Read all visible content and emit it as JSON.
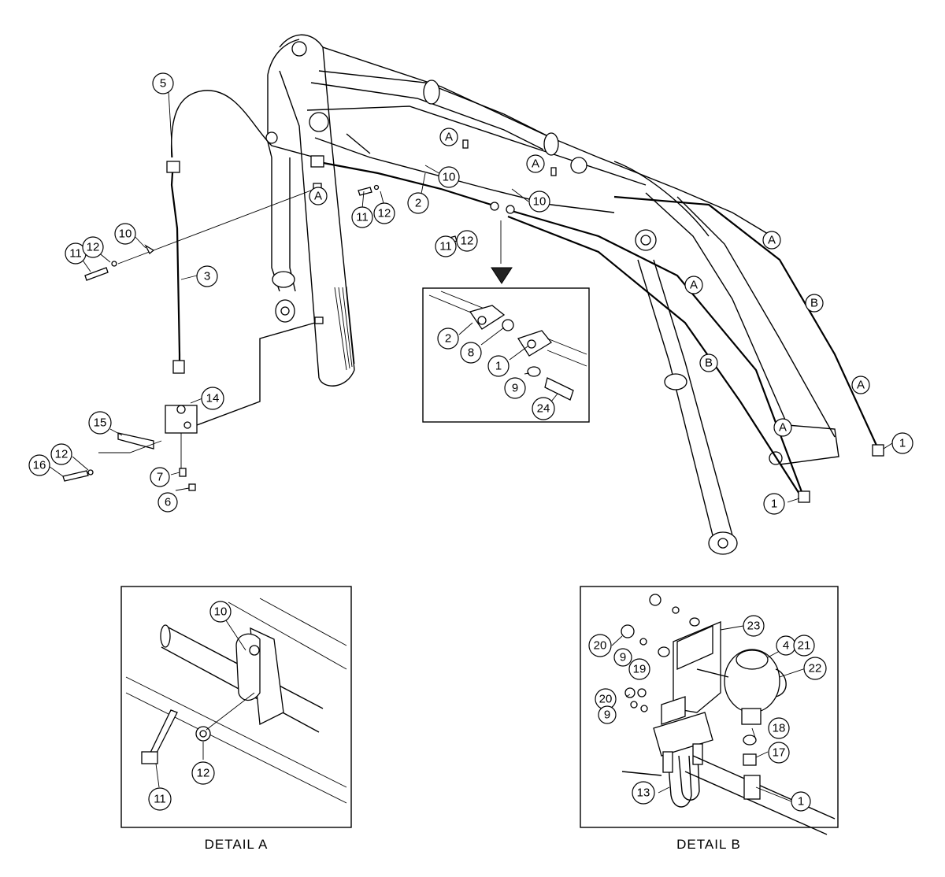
{
  "callouts": {
    "c5": "5",
    "c3": "3",
    "c10a": "10",
    "c11a": "11",
    "c12a": "12",
    "cA1": "A",
    "cA2": "A",
    "cA3": "A",
    "cA4": "A",
    "cA5": "A",
    "cA6": "A",
    "cA7": "A",
    "cB1": "B",
    "cB2": "B",
    "c10b": "10",
    "c10c": "10",
    "c2a": "2",
    "c11b": "11",
    "c12b": "12",
    "c11c": "11",
    "c12c": "12",
    "c14": "14",
    "c15": "15",
    "c12d": "12",
    "c16": "16",
    "c7": "7",
    "c6": "6",
    "c1a": "1",
    "c1b": "1",
    "c2b": "2",
    "c8": "8",
    "c1c": "1",
    "c9a": "9",
    "c24": "24",
    "c10d": "10",
    "c12e": "12",
    "c11d": "11",
    "c23": "23",
    "c20a": "20",
    "c9b": "9",
    "c19": "19",
    "c4": "4",
    "c21": "21",
    "c22": "22",
    "c20b": "20",
    "c9c": "9",
    "c18": "18",
    "c17": "17",
    "c13": "13",
    "c1d": "1"
  },
  "captions": {
    "detail_a": "DETAIL  A",
    "detail_b": "DETAIL  B"
  }
}
